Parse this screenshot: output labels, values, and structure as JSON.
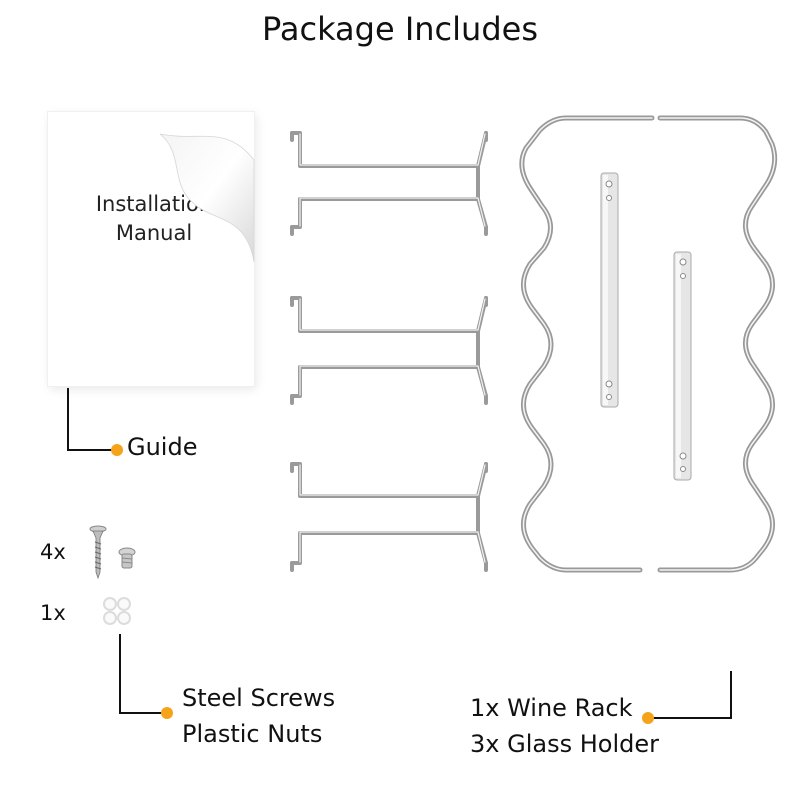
{
  "title": "Package Includes",
  "manual": {
    "line1": "Installation",
    "line2": "Manual"
  },
  "guide": {
    "label": "Guide"
  },
  "hardware": {
    "screws_qty": "4x",
    "nuts_qty": "1x",
    "label_line1": "Steel Screws",
    "label_line2": "Plastic Nuts"
  },
  "rack": {
    "label_line1": "1x Wine Rack",
    "label_line2": "3x Glass Holder"
  },
  "colors": {
    "accent": "#f5a31a",
    "leader": "#111111",
    "chrome": "#a0a0a0"
  }
}
